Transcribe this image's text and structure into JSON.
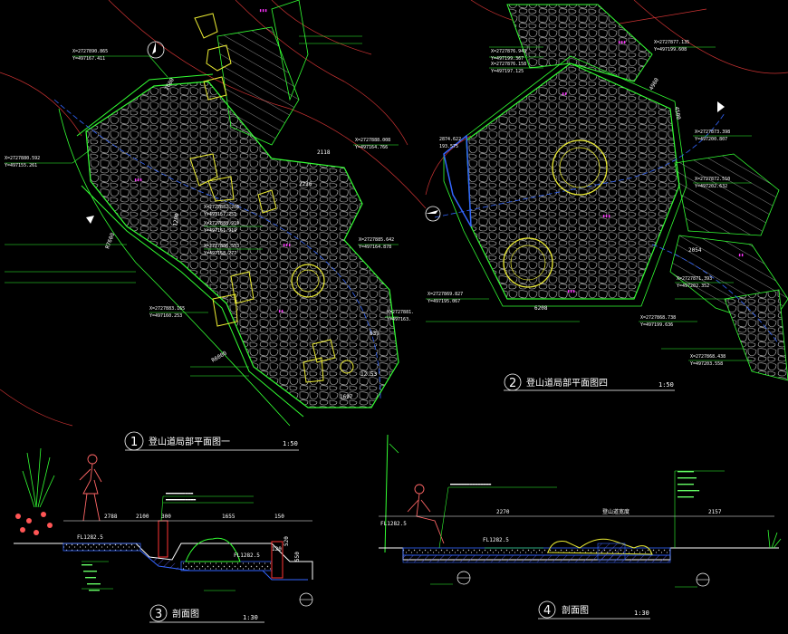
{
  "drawings": {
    "plan1": {
      "number": "1",
      "title": "登山道局部平面图一",
      "scale": "1:50"
    },
    "plan2": {
      "number": "2",
      "title": "登山道局部平面图四",
      "scale": "1:50"
    },
    "sec3": {
      "number": "3",
      "title": "剖面图",
      "scale": "1:30"
    },
    "sec4": {
      "number": "4",
      "title": "剖面图",
      "scale": "1:30"
    }
  },
  "plan1_labels": {
    "coord_a": "X=2727890.865",
    "coord_a2": "Y=497167.411",
    "coord_b": "X=2727880.592",
    "coord_b2": "Y=497155.261",
    "coord_c": "X=2727888.008",
    "coord_c2": "Y=497164.766",
    "coord_d": "X=2727882.208",
    "coord_d2": "Y=497157.251",
    "coord_e": "X=2727888.919",
    "coord_e2": "Y=497161.919",
    "coord_f": "X=2727886.553",
    "coord_f2": "Y=497158.277",
    "coord_g": "X=2727885.642",
    "coord_g2": "Y=497164.878",
    "coord_h": "X=2727883.165",
    "coord_h2": "Y=497160.253",
    "coord_i": "X=2727881.",
    "coord_i2": "Y=497163.",
    "r1": "R7600",
    "r2": "R6000",
    "d1": "2600",
    "d2": "2118",
    "d3": "2226",
    "d4": "1200",
    "d5": "1697",
    "d6": "639",
    "d7": "12.53"
  },
  "plan2_labels": {
    "coord_a": "X=2727877.135",
    "coord_a2": "Y=497199.608",
    "coord_b": "X=2727876.943",
    "coord_b2": "Y=497199.367",
    "coord_c": "X=2727876.158",
    "coord_c2": "Y=497197.125",
    "coord_d": "X=2727873.398",
    "coord_d2": "Y=497200.807",
    "coord_e": "X=2727872.510",
    "coord_e2": "Y=497202.632",
    "coord_f": "X=2727871.393",
    "coord_f2": "Y=497202.352",
    "coord_g": "X=2727869.827",
    "coord_g2": "Y=497195.067",
    "coord_h": "X=2727868.738",
    "coord_h2": "Y=497199.636",
    "coord_i": "X=2727868.438",
    "coord_i2": "Y=497203.558",
    "left1": "2874.622",
    "left2": "193.575",
    "d1": "6208",
    "d2": "4500",
    "d3": "2054",
    "d4": "4960"
  },
  "sec3_labels": {
    "fl1": "FL1282.5",
    "fl2": "FL1282.5",
    "d1": "2788",
    "d2": "2100",
    "d3": "300",
    "d4": "1655",
    "d5": "150",
    "d6": "120",
    "d7": "520",
    "d8": "550"
  },
  "sec4_labels": {
    "fl1": "FL1282.5",
    "fl2": "FL1282.5",
    "d1": "2270",
    "d2": "2157",
    "d3": "登山道宽度"
  }
}
